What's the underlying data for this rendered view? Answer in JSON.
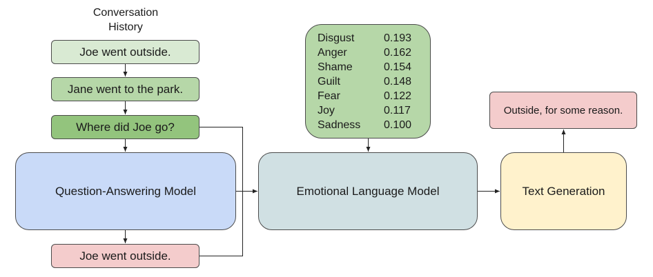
{
  "history": {
    "title_line1": "Conversation",
    "title_line2": "History",
    "messages": [
      "Joe went outside.",
      "Jane went to the park.",
      "Where did Joe go?"
    ]
  },
  "qa_model": {
    "label": "Question-Answering Model"
  },
  "answer": {
    "label": "Joe went outside."
  },
  "emotion_scores": [
    {
      "emotion": "Disgust",
      "score": "0.193"
    },
    {
      "emotion": "Anger",
      "score": "0.162"
    },
    {
      "emotion": "Shame",
      "score": "0.154"
    },
    {
      "emotion": "Guilt",
      "score": "0.148"
    },
    {
      "emotion": "Fear",
      "score": "0.122"
    },
    {
      "emotion": "Joy",
      "score": "0.117"
    },
    {
      "emotion": "Sadness",
      "score": "0.100"
    }
  ],
  "emotional_model": {
    "label": "Emotional Language Model"
  },
  "text_generation": {
    "label": "Text Generation"
  },
  "output": {
    "label": "Outside, for some reason."
  },
  "colors": {
    "history_light": "#d9ead3",
    "history_mid": "#b6d7a8",
    "history_dark": "#93c47d",
    "qa_blue": "#c9daf8",
    "answer_pink": "#f4cccc",
    "emotional_teal": "#d0e0e3",
    "generation_yellow": "#fff2cc"
  }
}
